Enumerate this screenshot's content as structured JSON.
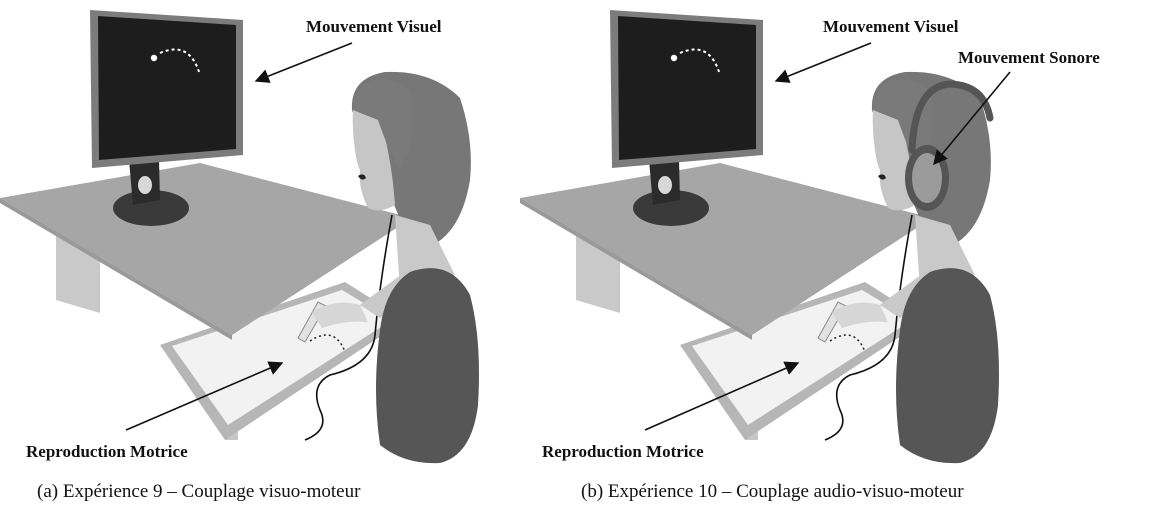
{
  "panels": [
    {
      "id": "a",
      "caption": "(a)  Expérience 9 – Couplage visuo-moteur",
      "labels": {
        "visual_motion": "Mouvement Visuel",
        "motor_reproduction": "Reproduction Motrice"
      },
      "has_headphones": false
    },
    {
      "id": "b",
      "caption": "(b)  Expérience 10 – Couplage audio-visuo-moteur",
      "labels": {
        "visual_motion": "Mouvement Visuel",
        "sound_motion": "Mouvement Sonore",
        "motor_reproduction": "Reproduction Motrice"
      },
      "has_headphones": true
    }
  ],
  "colors": {
    "table_top": "#a8a8a8",
    "table_side": "#c8c8c8",
    "monitor_frame": "#7a7a7a",
    "screen": "#1e1e1e",
    "hair": "#777777",
    "skin": "#c8c8c8",
    "sweater": "#555555",
    "tablet_frame": "#b4b4b4",
    "tablet_surface": "#f0f0f0"
  }
}
